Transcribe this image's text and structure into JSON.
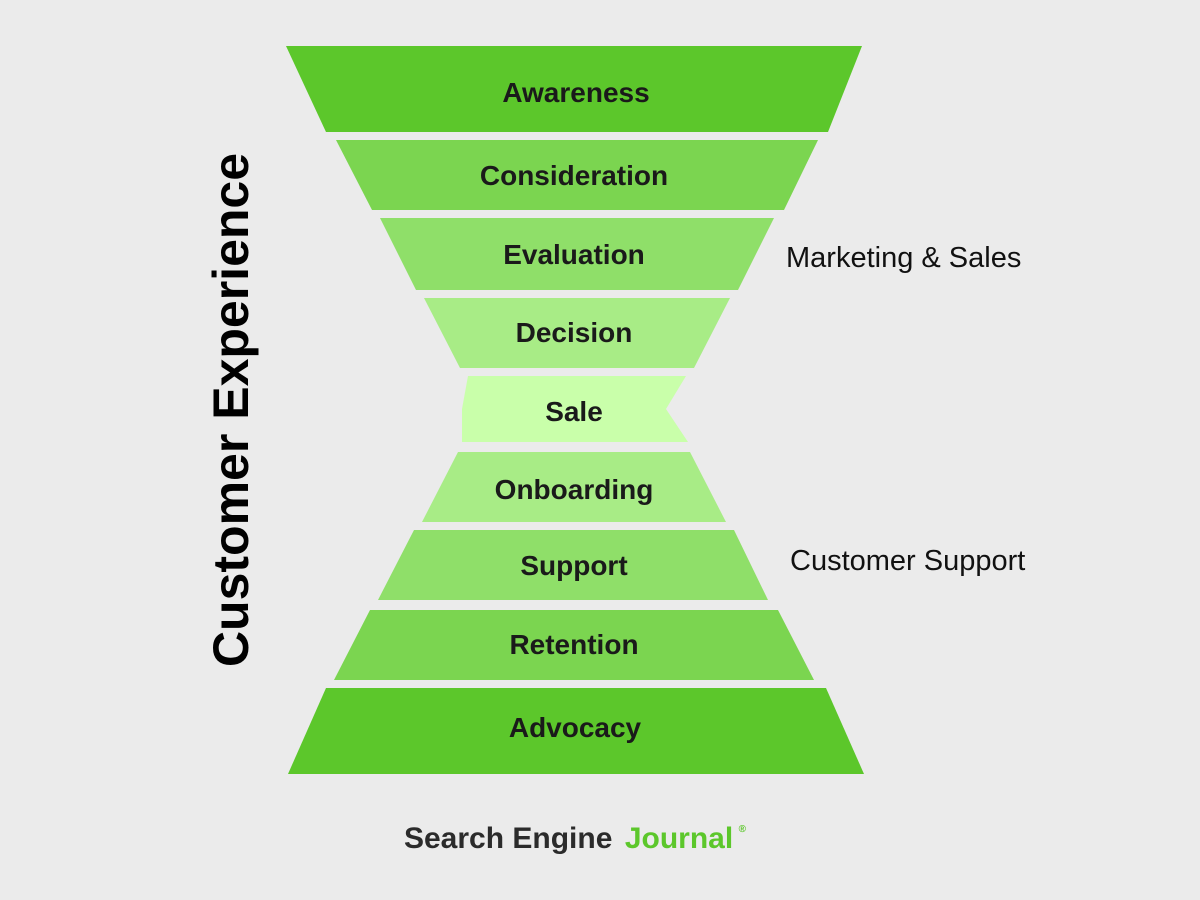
{
  "title": "Customer Experience",
  "stages": [
    {
      "label": "Awareness",
      "color": "#5cc72b"
    },
    {
      "label": "Consideration",
      "color": "#7bd550"
    },
    {
      "label": "Evaluation",
      "color": "#8fdf69"
    },
    {
      "label": "Decision",
      "color": "#a8ec86"
    },
    {
      "label": "Sale",
      "color": "#c9ffaa"
    },
    {
      "label": "Onboarding",
      "color": "#a8ec86"
    },
    {
      "label": "Support",
      "color": "#8fdf69"
    },
    {
      "label": "Retention",
      "color": "#7bd550"
    },
    {
      "label": "Advocacy",
      "color": "#5cc72b"
    }
  ],
  "groups": {
    "marketing_sales": "Marketing & Sales",
    "customer_support": "Customer Support"
  },
  "brand": {
    "part1": "Search Engine",
    "part2": "Journal",
    "reg": "®",
    "green": "#5cc72b"
  }
}
